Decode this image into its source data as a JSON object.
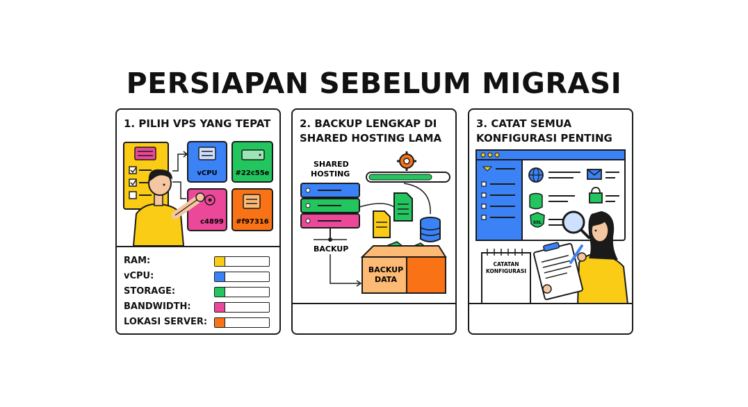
{
  "title": "PERSIAPAN SEBELUM MIGRASI",
  "panels": [
    {
      "heading": "1. PILIH VPS YANG TEPAT",
      "tiles": [
        "vCPU",
        "#22c55e",
        "c4899",
        "#f97316"
      ],
      "specs": [
        {
          "label": "RAM:",
          "color": "#facc15"
        },
        {
          "label": "vCPU:",
          "color": "#3b82f6"
        },
        {
          "label": "STORAGE:",
          "color": "#22c55e"
        },
        {
          "label": "BANDWIDTH:",
          "color": "#ec4899"
        },
        {
          "label": "LOKASI SERVER:",
          "color": "#f97316"
        }
      ]
    },
    {
      "heading_line1": "2. BACKUP LENGKAP DI",
      "heading_line2": "SHARED HOSTING LAMA",
      "shared_line1": "SHARED",
      "shared_line2": "HOSTING",
      "backup_label": "BACKUP",
      "box_line1": "BACKUP",
      "box_line2": "DATA"
    },
    {
      "heading_line1": "3. CATAT SEMUA",
      "heading_line2": "KONFIGURASI PENTING",
      "ssl_label": "SSL",
      "notes_line1": "CATATAN",
      "notes_line2": "KONFIGURASI"
    }
  ]
}
